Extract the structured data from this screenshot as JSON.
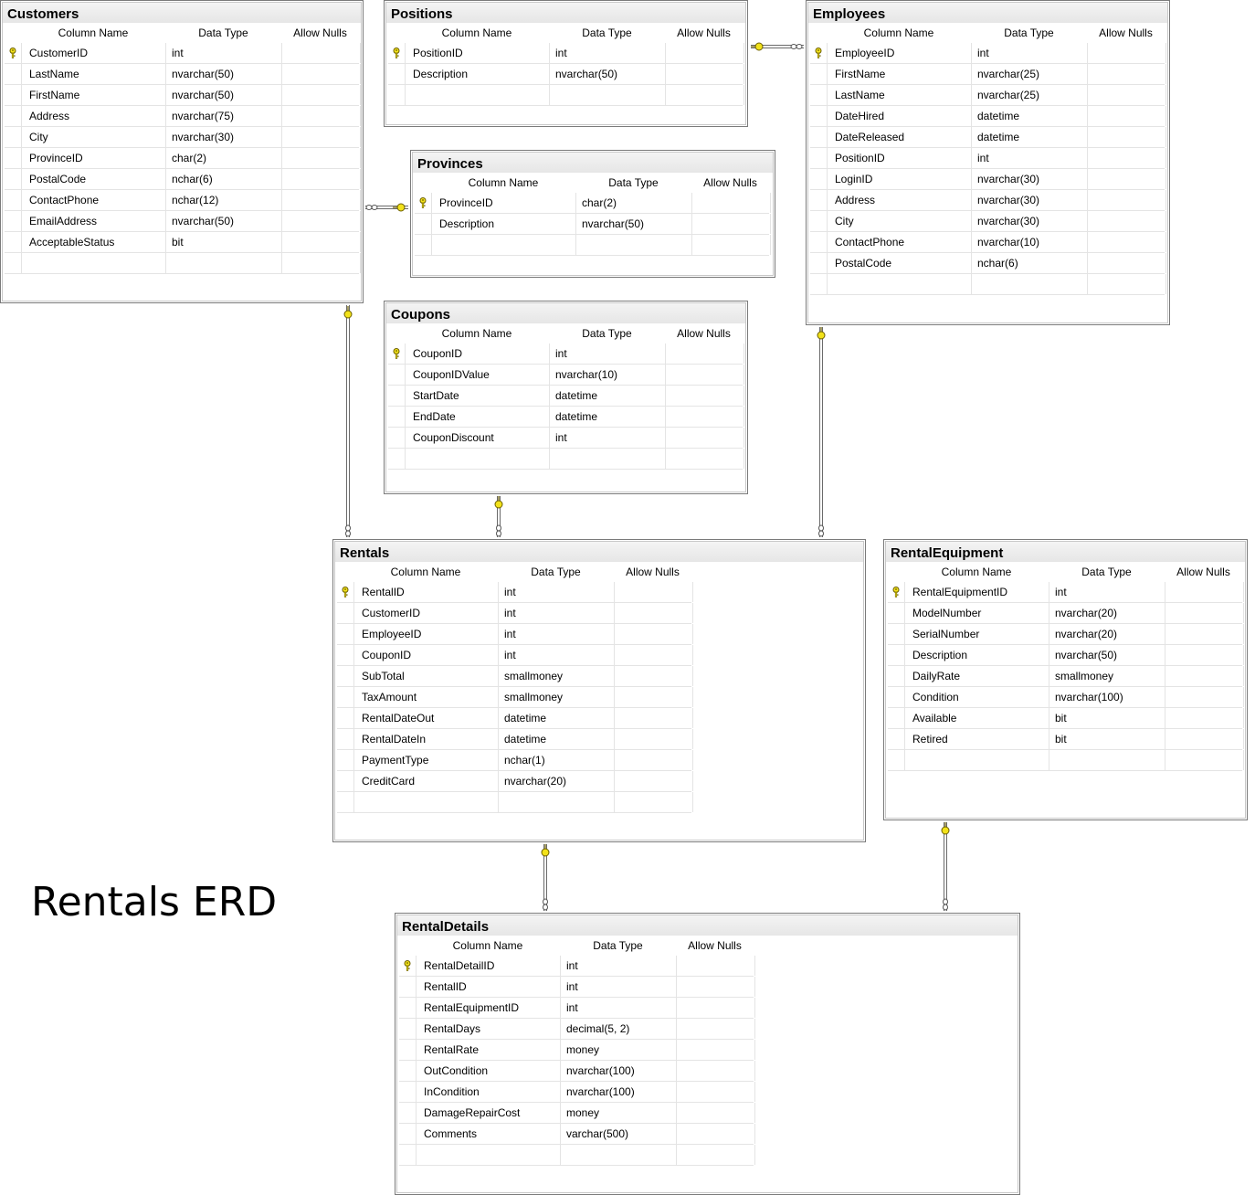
{
  "diagram_title": "Rentals ERD",
  "header": {
    "column_name": "Column Name",
    "data_type": "Data Type",
    "allow_nulls": "Allow Nulls"
  },
  "colors": {
    "key_icon_fill": "#f2e21a",
    "key_icon_stroke": "#6b5e00",
    "title_bar": "#ececec",
    "border": "#7a7a7a"
  },
  "icons": {
    "primary_key": "key-icon"
  },
  "tables": [
    {
      "id": "customers",
      "title": "Customers",
      "rows": [
        {
          "name": "CustomerID",
          "type": "int",
          "pk": true
        },
        {
          "name": "LastName",
          "type": "nvarchar(50)"
        },
        {
          "name": "FirstName",
          "type": "nvarchar(50)"
        },
        {
          "name": "Address",
          "type": "nvarchar(75)"
        },
        {
          "name": "City",
          "type": "nvarchar(30)"
        },
        {
          "name": "ProvinceID",
          "type": "char(2)"
        },
        {
          "name": "PostalCode",
          "type": "nchar(6)"
        },
        {
          "name": "ContactPhone",
          "type": "nchar(12)"
        },
        {
          "name": "EmailAddress",
          "type": "nvarchar(50)"
        },
        {
          "name": "AcceptableStatus",
          "type": "bit"
        }
      ]
    },
    {
      "id": "positions",
      "title": "Positions",
      "rows": [
        {
          "name": "PositionID",
          "type": "int",
          "pk": true
        },
        {
          "name": "Description",
          "type": "nvarchar(50)"
        }
      ]
    },
    {
      "id": "provinces",
      "title": "Provinces",
      "rows": [
        {
          "name": "ProvinceID",
          "type": "char(2)",
          "pk": true
        },
        {
          "name": "Description",
          "type": "nvarchar(50)"
        }
      ]
    },
    {
      "id": "employees",
      "title": "Employees",
      "rows": [
        {
          "name": "EmployeeID",
          "type": "int",
          "pk": true
        },
        {
          "name": "FirstName",
          "type": "nvarchar(25)"
        },
        {
          "name": "LastName",
          "type": "nvarchar(25)"
        },
        {
          "name": "DateHired",
          "type": "datetime"
        },
        {
          "name": "DateReleased",
          "type": "datetime"
        },
        {
          "name": "PositionID",
          "type": "int"
        },
        {
          "name": "LoginID",
          "type": "nvarchar(30)"
        },
        {
          "name": "Address",
          "type": "nvarchar(30)"
        },
        {
          "name": "City",
          "type": "nvarchar(30)"
        },
        {
          "name": "ContactPhone",
          "type": "nvarchar(10)"
        },
        {
          "name": "PostalCode",
          "type": "nchar(6)"
        }
      ]
    },
    {
      "id": "coupons",
      "title": "Coupons",
      "rows": [
        {
          "name": "CouponID",
          "type": "int",
          "pk": true
        },
        {
          "name": "CouponIDValue",
          "type": "nvarchar(10)"
        },
        {
          "name": "StartDate",
          "type": "datetime"
        },
        {
          "name": "EndDate",
          "type": "datetime"
        },
        {
          "name": "CouponDiscount",
          "type": "int"
        }
      ]
    },
    {
      "id": "rentals",
      "title": "Rentals",
      "rows": [
        {
          "name": "RentalID",
          "type": "int",
          "pk": true
        },
        {
          "name": "CustomerID",
          "type": "int"
        },
        {
          "name": "EmployeeID",
          "type": "int"
        },
        {
          "name": "CouponID",
          "type": "int"
        },
        {
          "name": "SubTotal",
          "type": "smallmoney"
        },
        {
          "name": "TaxAmount",
          "type": "smallmoney"
        },
        {
          "name": "RentalDateOut",
          "type": "datetime"
        },
        {
          "name": "RentalDateIn",
          "type": "datetime"
        },
        {
          "name": "PaymentType",
          "type": "nchar(1)"
        },
        {
          "name": "CreditCard",
          "type": "nvarchar(20)"
        }
      ]
    },
    {
      "id": "rentalequipment",
      "title": "RentalEquipment",
      "rows": [
        {
          "name": "RentalEquipmentID",
          "type": "int",
          "pk": true
        },
        {
          "name": "ModelNumber",
          "type": "nvarchar(20)"
        },
        {
          "name": "SerialNumber",
          "type": "nvarchar(20)"
        },
        {
          "name": "Description",
          "type": "nvarchar(50)"
        },
        {
          "name": "DailyRate",
          "type": "smallmoney"
        },
        {
          "name": "Condition",
          "type": "nvarchar(100)"
        },
        {
          "name": "Available",
          "type": "bit"
        },
        {
          "name": "Retired",
          "type": "bit"
        }
      ]
    },
    {
      "id": "rentaldetails",
      "title": "RentalDetails",
      "rows": [
        {
          "name": "RentalDetailID",
          "type": "int",
          "pk": true
        },
        {
          "name": "RentalID",
          "type": "int"
        },
        {
          "name": "RentalEquipmentID",
          "type": "int"
        },
        {
          "name": "RentalDays",
          "type": "decimal(5, 2)"
        },
        {
          "name": "RentalRate",
          "type": "money"
        },
        {
          "name": "OutCondition",
          "type": "nvarchar(100)"
        },
        {
          "name": "InCondition",
          "type": "nvarchar(100)"
        },
        {
          "name": "DamageRepairCost",
          "type": "money"
        },
        {
          "name": "Comments",
          "type": "varchar(500)"
        }
      ]
    }
  ],
  "relationships": [
    {
      "one": "Positions",
      "many": "Employees"
    },
    {
      "one": "Provinces",
      "many": "Customers"
    },
    {
      "one": "Customers",
      "many": "Rentals"
    },
    {
      "one": "Coupons",
      "many": "Rentals"
    },
    {
      "one": "Employees",
      "many": "Rentals"
    },
    {
      "one": "Rentals",
      "many": "RentalDetails"
    },
    {
      "one": "RentalEquipment",
      "many": "RentalDetails"
    }
  ]
}
